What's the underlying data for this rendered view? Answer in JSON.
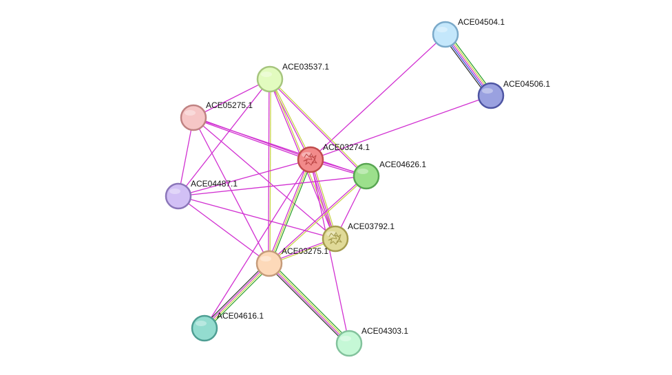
{
  "nodes": [
    {
      "id": "ACE04504.1",
      "label": "ACE04504.1",
      "fill": "#c4e7fb",
      "stroke": "#7aa9c9",
      "glyph": ""
    },
    {
      "id": "ACE04506.1",
      "label": "ACE04506.1",
      "fill": "#9aa1e0",
      "stroke": "#4e55a3",
      "glyph": ""
    },
    {
      "id": "ACE03537.1",
      "label": "ACE03537.1",
      "fill": "#e2fbbf",
      "stroke": "#a6c57e",
      "glyph": ""
    },
    {
      "id": "ACE05275.1",
      "label": "ACE05275.1",
      "fill": "#f6c6c6",
      "stroke": "#bf8282",
      "glyph": ""
    },
    {
      "id": "ACE03274.1",
      "label": "ACE03274.1",
      "fill": "#f28a8a",
      "stroke": "#c04c4c",
      "glyph": "protein-structure-icon"
    },
    {
      "id": "ACE04626.1",
      "label": "ACE04626.1",
      "fill": "#9ce08c",
      "stroke": "#58a552",
      "glyph": ""
    },
    {
      "id": "ACE04487.1",
      "label": "ACE04487.1",
      "fill": "#d2c0f5",
      "stroke": "#8b76b9",
      "glyph": ""
    },
    {
      "id": "ACE03792.1",
      "label": "ACE03792.1",
      "fill": "#e0da98",
      "stroke": "#a59c4e",
      "glyph": "protein-structure-icon"
    },
    {
      "id": "ACE03275.1",
      "label": "ACE03275.1",
      "fill": "#fdd9b9",
      "stroke": "#c59b7a",
      "glyph": ""
    },
    {
      "id": "ACE04616.1",
      "label": "ACE04616.1",
      "fill": "#93dccf",
      "stroke": "#4e9e93",
      "glyph": ""
    },
    {
      "id": "ACE04303.1",
      "label": "ACE04303.1",
      "fill": "#c5f8d6",
      "stroke": "#82c29c",
      "glyph": ""
    }
  ],
  "edge_colors": {
    "magenta": "#d12fd1",
    "yellow": "#c9d24a",
    "green": "#2ea32e",
    "blue": "#3b4ad8",
    "black": "#333333"
  },
  "edges": [
    {
      "source": "ACE04504.1",
      "target": "ACE04506.1",
      "colors": [
        "green",
        "yellow",
        "magenta",
        "blue",
        "black"
      ]
    },
    {
      "source": "ACE04504.1",
      "target": "ACE03274.1",
      "colors": [
        "magenta"
      ]
    },
    {
      "source": "ACE04506.1",
      "target": "ACE03274.1",
      "colors": [
        "magenta"
      ]
    },
    {
      "source": "ACE03537.1",
      "target": "ACE05275.1",
      "colors": [
        "magenta"
      ]
    },
    {
      "source": "ACE03537.1",
      "target": "ACE03274.1",
      "colors": [
        "yellow",
        "magenta"
      ]
    },
    {
      "source": "ACE03537.1",
      "target": "ACE04626.1",
      "colors": [
        "yellow",
        "magenta"
      ]
    },
    {
      "source": "ACE03537.1",
      "target": "ACE03792.1",
      "colors": [
        "yellow",
        "magenta"
      ]
    },
    {
      "source": "ACE03537.1",
      "target": "ACE03275.1",
      "colors": [
        "yellow",
        "magenta"
      ]
    },
    {
      "source": "ACE03537.1",
      "target": "ACE04487.1",
      "colors": [
        "magenta"
      ]
    },
    {
      "source": "ACE05275.1",
      "target": "ACE03274.1",
      "colors": [
        "magenta",
        "magenta"
      ]
    },
    {
      "source": "ACE05275.1",
      "target": "ACE04626.1",
      "colors": [
        "magenta"
      ]
    },
    {
      "source": "ACE05275.1",
      "target": "ACE04487.1",
      "colors": [
        "magenta"
      ]
    },
    {
      "source": "ACE05275.1",
      "target": "ACE03792.1",
      "colors": [
        "magenta"
      ]
    },
    {
      "source": "ACE05275.1",
      "target": "ACE03275.1",
      "colors": [
        "magenta"
      ]
    },
    {
      "source": "ACE03274.1",
      "target": "ACE04626.1",
      "colors": [
        "magenta",
        "magenta"
      ]
    },
    {
      "source": "ACE03274.1",
      "target": "ACE04487.1",
      "colors": [
        "magenta"
      ]
    },
    {
      "source": "ACE03274.1",
      "target": "ACE03792.1",
      "colors": [
        "yellow",
        "magenta",
        "magenta"
      ]
    },
    {
      "source": "ACE03274.1",
      "target": "ACE03275.1",
      "colors": [
        "green",
        "yellow",
        "magenta"
      ]
    },
    {
      "source": "ACE03274.1",
      "target": "ACE04616.1",
      "colors": [
        "magenta"
      ]
    },
    {
      "source": "ACE03274.1",
      "target": "ACE04303.1",
      "colors": [
        "magenta"
      ]
    },
    {
      "source": "ACE04626.1",
      "target": "ACE04487.1",
      "colors": [
        "magenta"
      ]
    },
    {
      "source": "ACE04626.1",
      "target": "ACE03792.1",
      "colors": [
        "magenta"
      ]
    },
    {
      "source": "ACE04626.1",
      "target": "ACE03275.1",
      "colors": [
        "yellow",
        "magenta"
      ]
    },
    {
      "source": "ACE04487.1",
      "target": "ACE03792.1",
      "colors": [
        "magenta"
      ]
    },
    {
      "source": "ACE04487.1",
      "target": "ACE03275.1",
      "colors": [
        "magenta"
      ]
    },
    {
      "source": "ACE03792.1",
      "target": "ACE03275.1",
      "colors": [
        "yellow",
        "magenta"
      ]
    },
    {
      "source": "ACE03275.1",
      "target": "ACE04616.1",
      "colors": [
        "green",
        "yellow",
        "magenta",
        "black"
      ]
    },
    {
      "source": "ACE03275.1",
      "target": "ACE04303.1",
      "colors": [
        "green",
        "yellow",
        "magenta",
        "black"
      ]
    }
  ]
}
